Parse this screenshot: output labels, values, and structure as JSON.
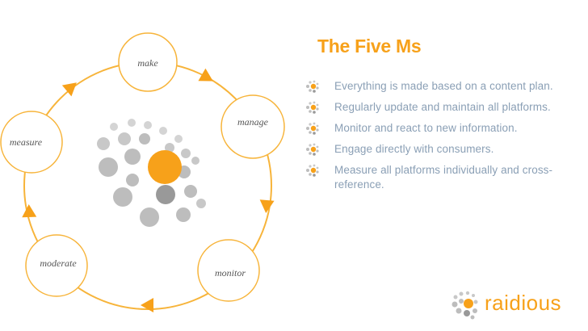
{
  "title": "The Five Ms",
  "cycle": {
    "nodes": [
      {
        "id": "make",
        "label": "make"
      },
      {
        "id": "manage",
        "label": "manage"
      },
      {
        "id": "monitor",
        "label": "monitor"
      },
      {
        "id": "moderate",
        "label": "moderate"
      },
      {
        "id": "measure",
        "label": "measure"
      }
    ]
  },
  "bullets": [
    {
      "text": "Everything is made based on a content plan."
    },
    {
      "text": "Regularly update and maintain all platforms."
    },
    {
      "text": "Monitor and react to new information."
    },
    {
      "text": "Engage directly with consumers."
    },
    {
      "text": "Measure all platforms individually and cross-reference."
    }
  ],
  "brand": {
    "name": "raidious",
    "logo_icon": "radial-dots-logo"
  },
  "colors": {
    "accent": "#f7a11a",
    "node_border": "#f7b43a",
    "bullet_text": "#8a9fb5",
    "dot_gray": "#bfbfbf",
    "dot_dark_gray": "#999999"
  }
}
